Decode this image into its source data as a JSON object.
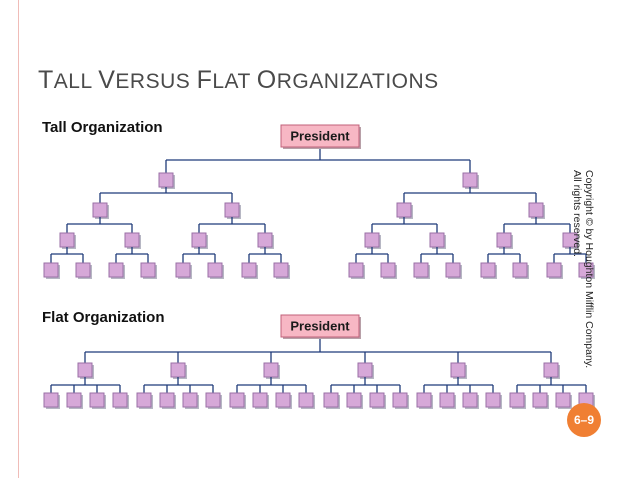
{
  "slide": {
    "title_parts": [
      {
        "cap": "T",
        "rest": "ALL "
      },
      {
        "cap": "V",
        "rest": "ERSUS "
      },
      {
        "cap": "F",
        "rest": "LAT "
      },
      {
        "cap": "O",
        "rest": "RGANIZATIONS"
      }
    ],
    "copyright_line1": "Copyright © by Houghton Mifflin Company.",
    "copyright_line2": "All rights reserved.",
    "page_number": "6–9"
  },
  "tall": {
    "label": "Tall Organization",
    "president": "President"
  },
  "flat": {
    "label": "Flat Organization",
    "president": "President"
  },
  "colors": {
    "box_fill": "#d6a8d8",
    "box_border": "#9a6fa6",
    "line": "#1f3b7a",
    "president_fill": "#f7b7c4",
    "badge": "#f07f33",
    "title": "#4a4a4a"
  }
}
